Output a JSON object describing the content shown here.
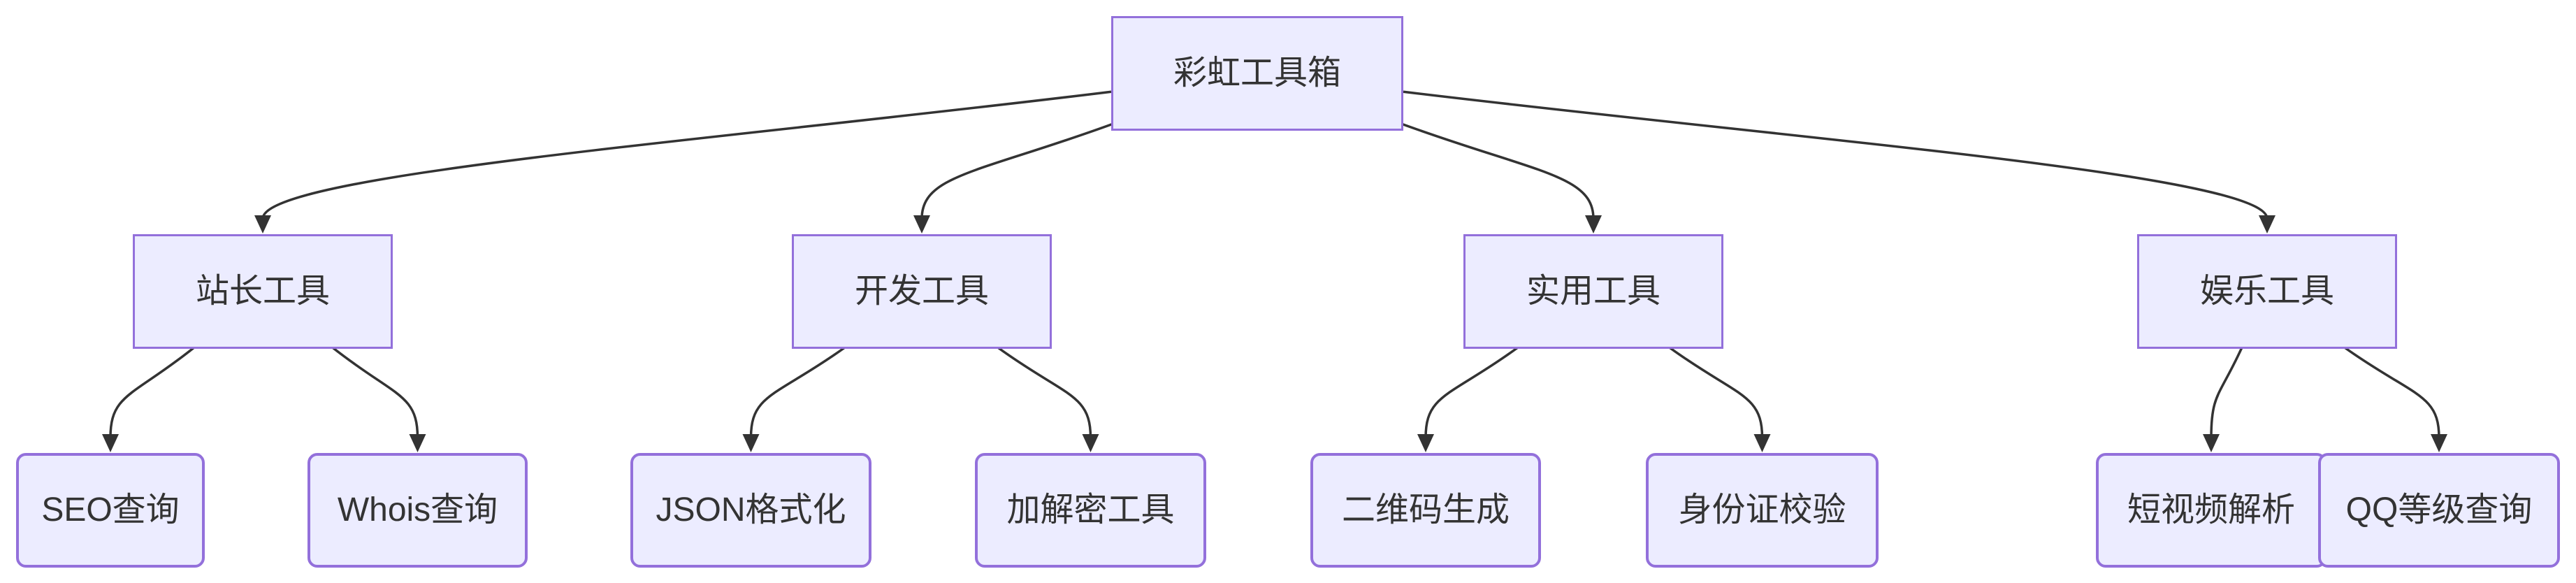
{
  "diagram": {
    "type": "flowchart-top-down",
    "nodes": {
      "root": {
        "label": "彩虹工具箱"
      },
      "webmaster": {
        "label": "站长工具"
      },
      "dev": {
        "label": "开发工具"
      },
      "utility": {
        "label": "实用工具"
      },
      "entertainment": {
        "label": "娱乐工具"
      },
      "seo": {
        "label": "SEO查询"
      },
      "whois": {
        "label": "Whois查询"
      },
      "json": {
        "label": "JSON格式化"
      },
      "crypto": {
        "label": "加解密工具"
      },
      "qrcode": {
        "label": "二维码生成"
      },
      "idcard": {
        "label": "身份证校验"
      },
      "video": {
        "label": "短视频解析"
      },
      "qq": {
        "label": "QQ等级查询"
      }
    },
    "edges": [
      {
        "from": "root",
        "to": "webmaster"
      },
      {
        "from": "root",
        "to": "dev"
      },
      {
        "from": "root",
        "to": "utility"
      },
      {
        "from": "root",
        "to": "entertainment"
      },
      {
        "from": "webmaster",
        "to": "seo"
      },
      {
        "from": "webmaster",
        "to": "whois"
      },
      {
        "from": "dev",
        "to": "json"
      },
      {
        "from": "dev",
        "to": "crypto"
      },
      {
        "from": "utility",
        "to": "qrcode"
      },
      {
        "from": "utility",
        "to": "idcard"
      },
      {
        "from": "entertainment",
        "to": "video"
      },
      {
        "from": "entertainment",
        "to": "qq"
      }
    ],
    "colors": {
      "node_fill": "#ECECFF",
      "node_border": "#9370DB",
      "edge": "#333333",
      "text": "#333333",
      "background": "#ffffff"
    }
  }
}
